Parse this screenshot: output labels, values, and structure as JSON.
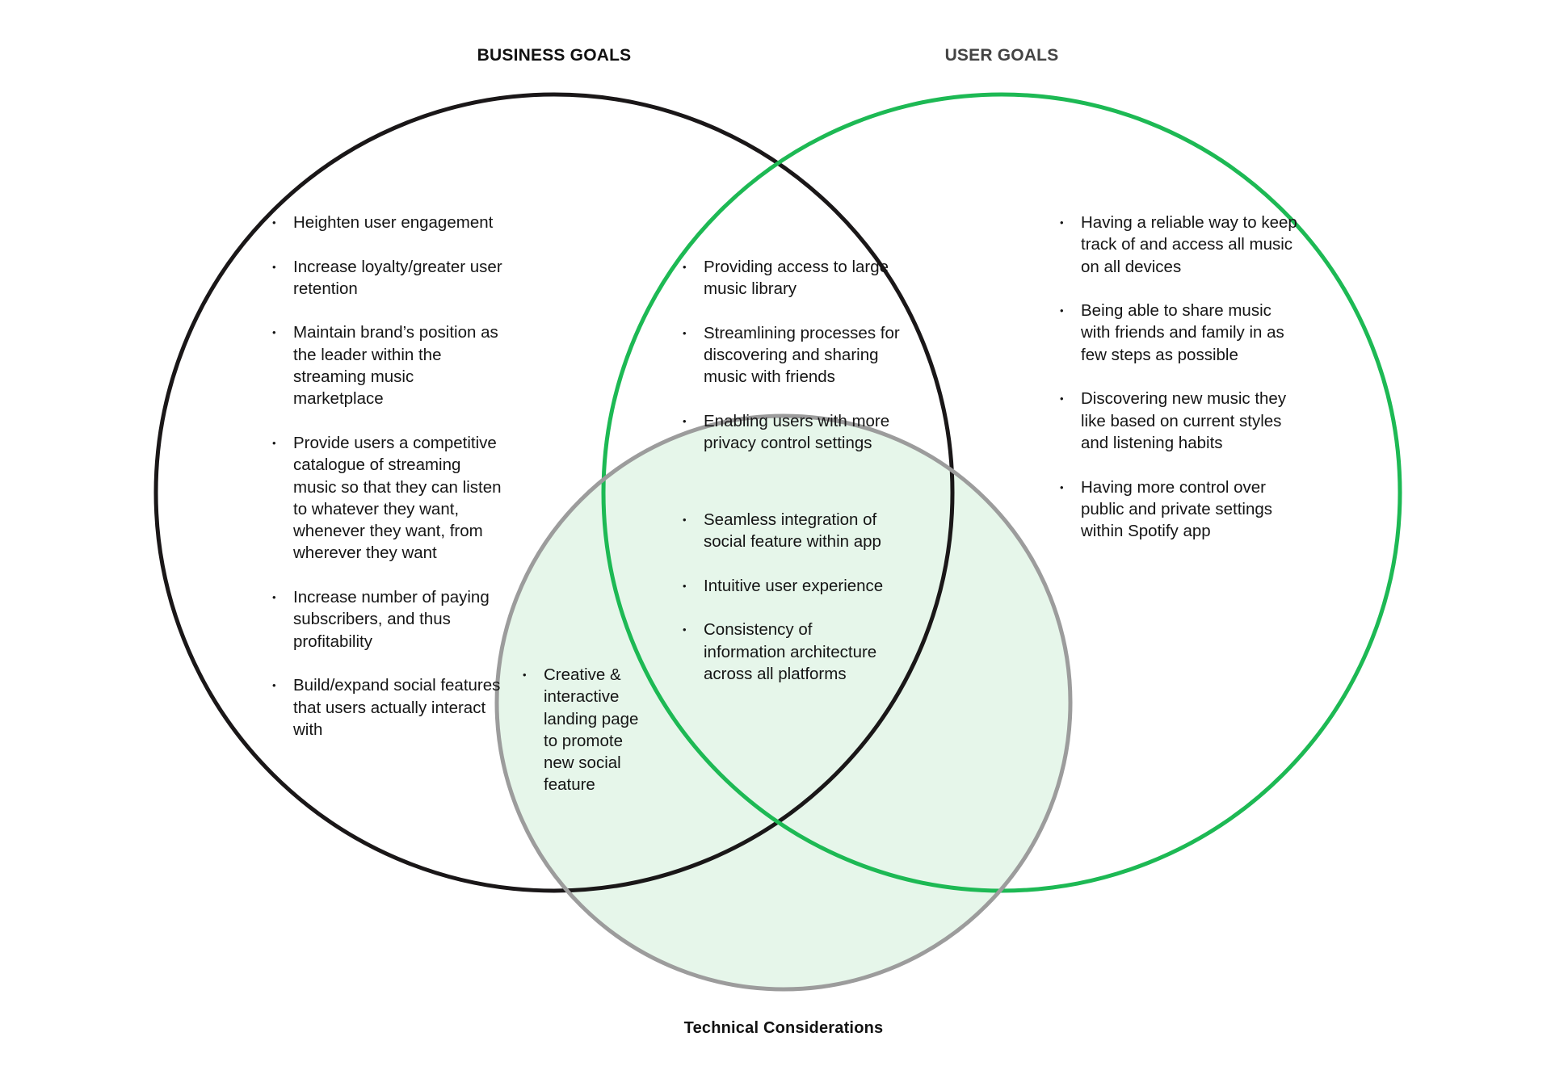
{
  "sets": {
    "business": {
      "title": "BUSINESS GOALS",
      "stroke": "#1a1718"
    },
    "user": {
      "title": "USER GOALS",
      "stroke": "#1db954"
    },
    "technical": {
      "title": "Technical Considerations",
      "stroke": "#9c9c9c",
      "fill": "#e6f6ea"
    }
  },
  "regions": {
    "business_only": [
      "Heighten user engagement",
      "Increase loyalty/greater user retention",
      "Maintain brand’s position as the leader within the streaming music marketplace",
      "Provide users a competitive catalogue of streaming music so that they can listen to whatever they want, whenever they want, from wherever they want",
      "Increase number of paying subscribers, and thus profitability",
      "Build/expand social features that users actually interact with"
    ],
    "user_only": [
      "Having a reliable way to keep track of and access all music on all devices",
      "Being able to share music with friends and family in as few steps as possible",
      "Discovering new music they like based on current styles and listening habits",
      "Having more control over public and private settings within Spotify app"
    ],
    "business_and_user": [
      "Providing access to large music library",
      "Streamlining processes for discovering and sharing music with friends",
      "Enabling users with more privacy control settings"
    ],
    "all_three": [
      "Seamless integration of social feature within app",
      "Intuitive user experience",
      "Consistency of information architecture across all platforms"
    ],
    "business_and_technical": [
      "Creative & interactive landing page to promote new social feature"
    ]
  }
}
